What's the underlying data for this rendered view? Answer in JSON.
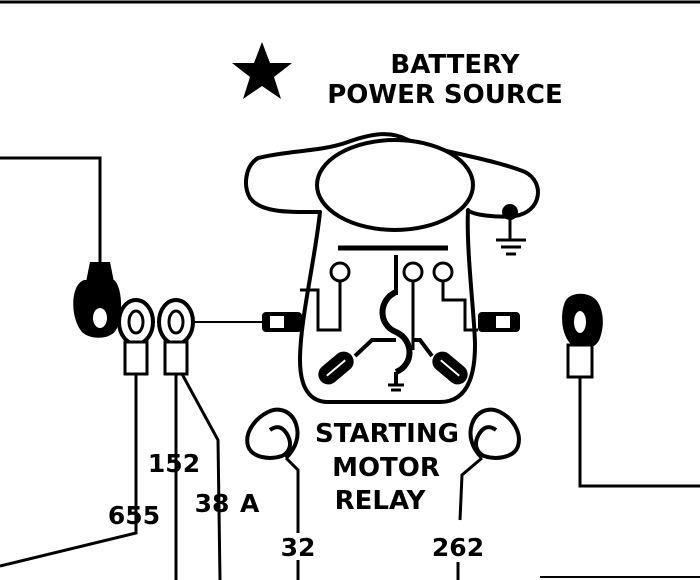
{
  "legend": {
    "icon": "star-icon",
    "title_line1": "BATTERY",
    "title_line2": "POWER SOURCE"
  },
  "relay": {
    "label_line1": "STARTING",
    "label_line2": "MOTOR",
    "label_line3": "RELAY"
  },
  "wires": {
    "w152": "152",
    "w38a": "38",
    "w38a_suffix": "A",
    "w655": "655",
    "w32": "32",
    "w262": "262"
  },
  "colors": {
    "ink": "#000000",
    "paper": "#ffffff"
  }
}
